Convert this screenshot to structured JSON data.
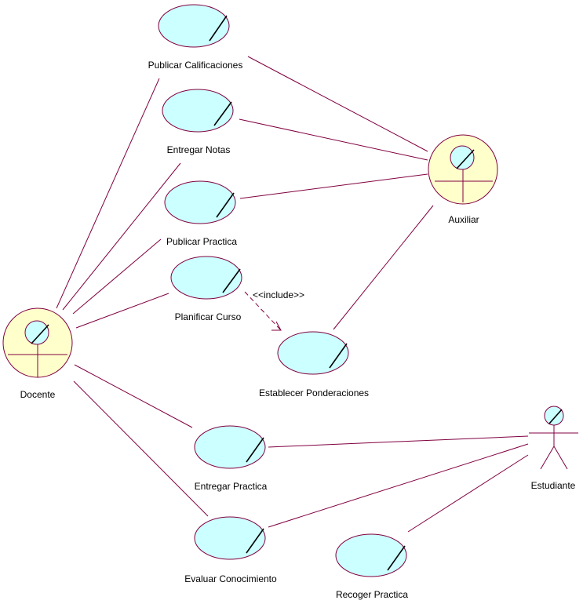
{
  "diagram": {
    "type": "uml-use-case",
    "colors": {
      "line": "#800040",
      "use_case_fill": "#ccffff",
      "business_actor_fill": "#ffffcc",
      "background": "#ffffff"
    },
    "actors": {
      "docente": {
        "label": "Docente",
        "kind": "business-actor"
      },
      "auxiliar": {
        "label": "Auxiliar",
        "kind": "business-actor"
      },
      "estudiante": {
        "label": "Estudiante",
        "kind": "stick-figure"
      }
    },
    "use_cases": {
      "publicar_calificaciones": {
        "label": "Publicar Calificaciones"
      },
      "entregar_notas": {
        "label": "Entregar Notas"
      },
      "publicar_practica": {
        "label": "Publicar Practica"
      },
      "planificar_curso": {
        "label": "Planificar Curso"
      },
      "establecer_ponderaciones": {
        "label": "Establecer Ponderaciones"
      },
      "entregar_practica": {
        "label": "Entregar Practica"
      },
      "evaluar_conocimiento": {
        "label": "Evaluar Conocimiento"
      },
      "recoger_practica": {
        "label": "Recoger Practica"
      }
    },
    "include_relation": {
      "label": "<<include>>",
      "from": "planificar_curso",
      "to": "establecer_ponderaciones"
    },
    "associations": [
      {
        "from": "docente",
        "to": "publicar_calificaciones"
      },
      {
        "from": "docente",
        "to": "entregar_notas"
      },
      {
        "from": "docente",
        "to": "publicar_practica"
      },
      {
        "from": "docente",
        "to": "planificar_curso"
      },
      {
        "from": "docente",
        "to": "entregar_practica"
      },
      {
        "from": "docente",
        "to": "evaluar_conocimiento"
      },
      {
        "from": "auxiliar",
        "to": "publicar_calificaciones"
      },
      {
        "from": "auxiliar",
        "to": "entregar_notas"
      },
      {
        "from": "auxiliar",
        "to": "publicar_practica"
      },
      {
        "from": "auxiliar",
        "to": "establecer_ponderaciones"
      },
      {
        "from": "estudiante",
        "to": "entregar_practica"
      },
      {
        "from": "estudiante",
        "to": "evaluar_conocimiento"
      },
      {
        "from": "estudiante",
        "to": "recoger_practica"
      }
    ]
  }
}
